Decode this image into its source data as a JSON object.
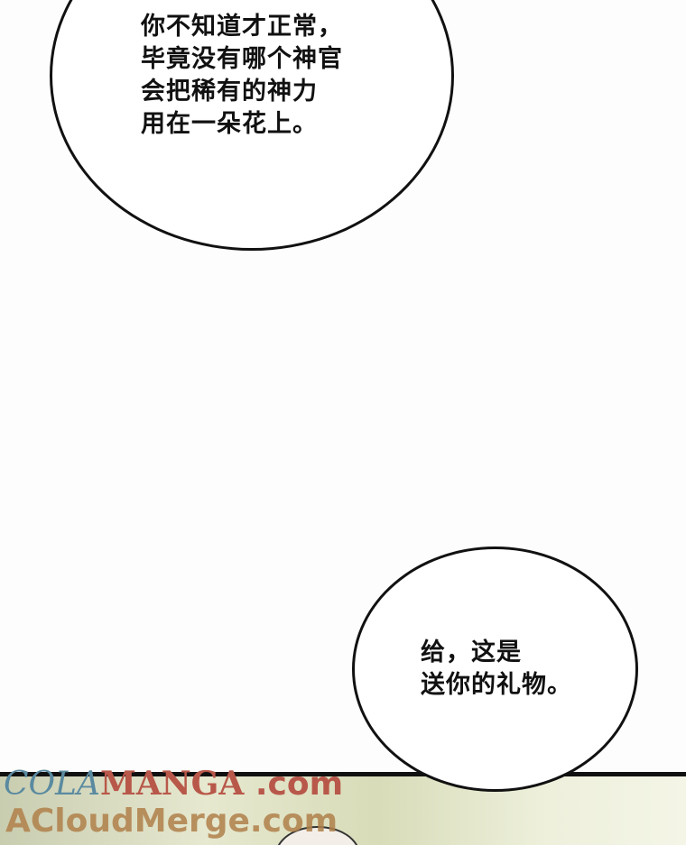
{
  "bubble1": {
    "lines": [
      "你不知道才正常，",
      "毕竟没有哪个神官",
      "会把稀有的神力",
      "用在一朵花上。"
    ]
  },
  "bubble2": {
    "lines": [
      "给，这是",
      "送你的礼物。"
    ]
  },
  "watermark": {
    "line1_a": "COLA",
    "line1_b": "MANGA",
    "line1_c": " .com",
    "line2": "ACloudMerge.com"
  }
}
